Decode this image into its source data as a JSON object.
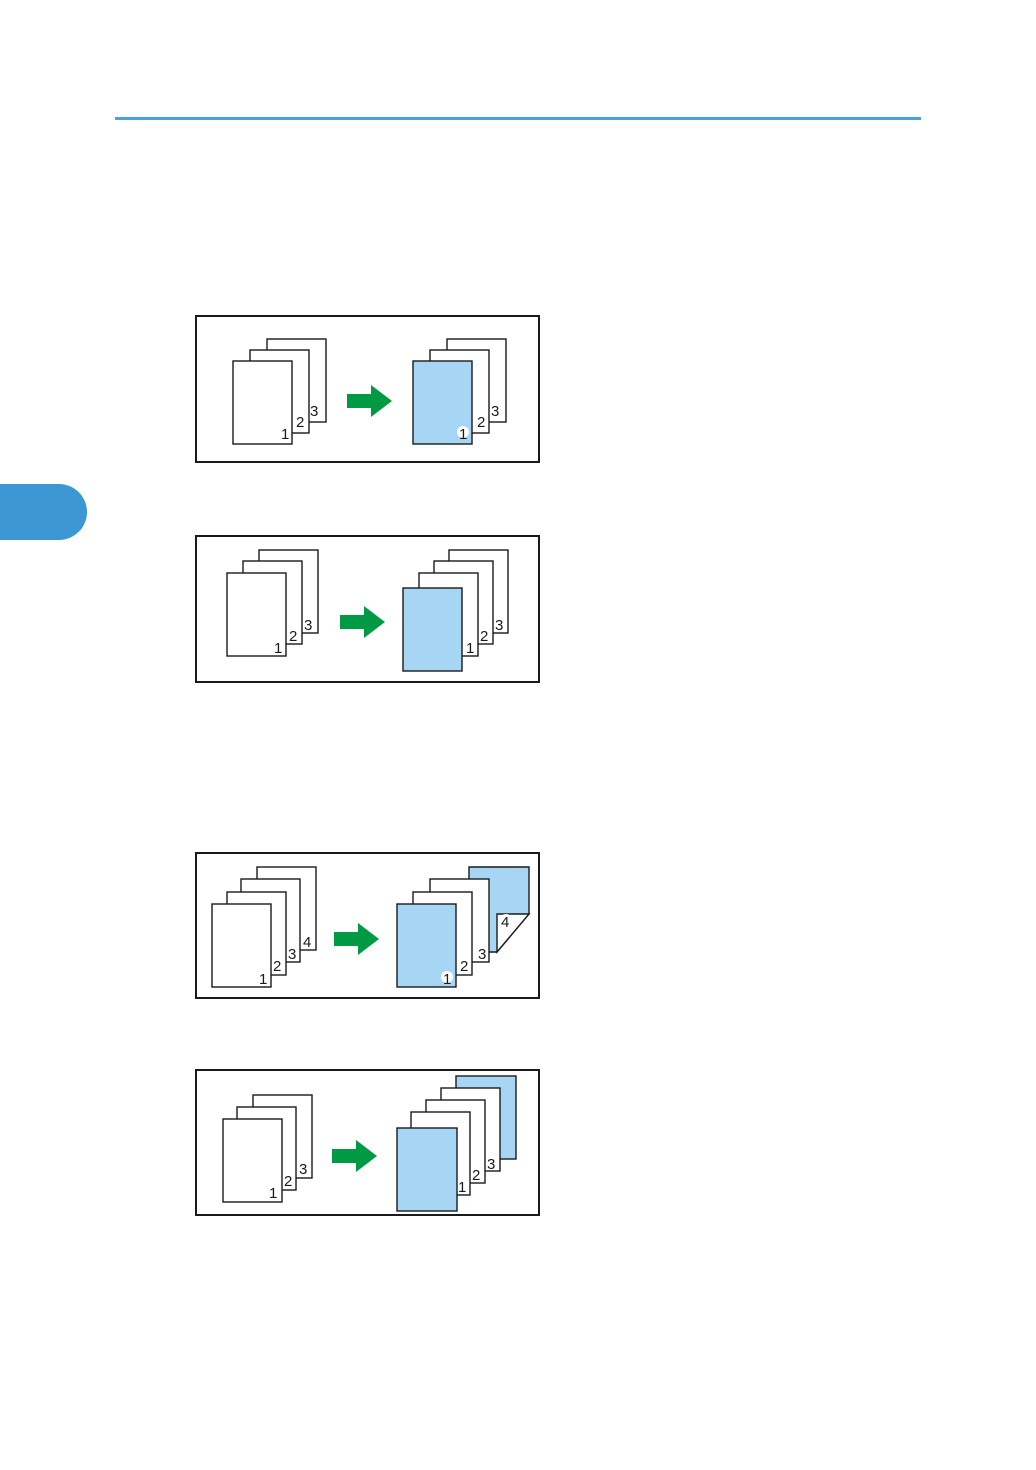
{
  "colors": {
    "header_rule": "#4aa3dc",
    "chapter_tab": "#3d97d3",
    "cover_sheet": "#a6d6f3",
    "arrow": "#009a44"
  },
  "figures": [
    {
      "id": "front-cover-print",
      "original_pages": [
        "1",
        "2",
        "3"
      ],
      "result_pages": [
        "1",
        "2",
        "3"
      ]
    },
    {
      "id": "front-cover-blank",
      "original_pages": [
        "1",
        "2",
        "3"
      ],
      "result_pages": [
        "1",
        "2",
        "3"
      ]
    },
    {
      "id": "front-back-cover-print",
      "original_pages": [
        "1",
        "2",
        "3",
        "4"
      ],
      "result_pages": [
        "1",
        "2",
        "3",
        "4"
      ]
    },
    {
      "id": "front-back-cover-blank",
      "original_pages": [
        "1",
        "2",
        "3"
      ],
      "result_pages": [
        "1",
        "2",
        "3"
      ]
    }
  ]
}
